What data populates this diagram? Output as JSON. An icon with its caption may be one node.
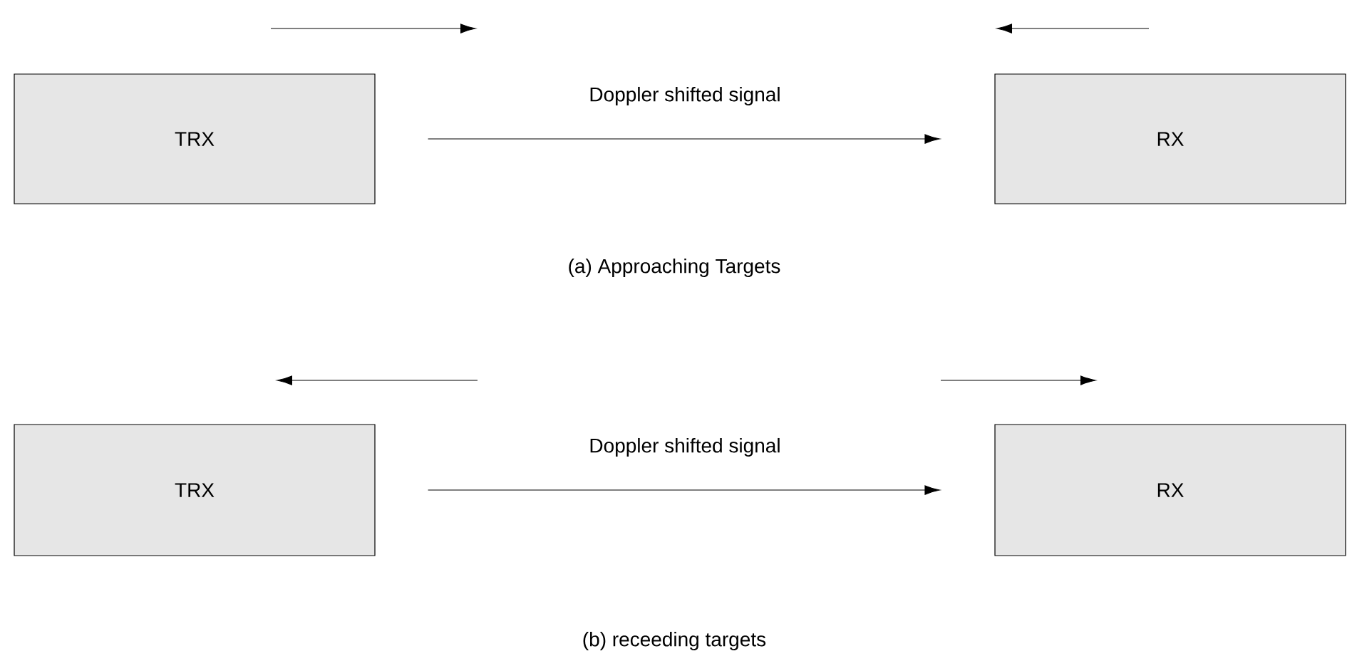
{
  "diagram": {
    "nodes": [
      {
        "text": [
          "TRX"
        ]
      },
      {
        "text": [
          "RX"
        ]
      },
      {
        "text": [
          "TRX"
        ]
      },
      {
        "text": [
          "RX"
        ]
      }
    ],
    "edges": [
      {
        "from": 0,
        "to": 1,
        "arrow": "to",
        "label": "Doppler shifted signal"
      },
      {
        "from": 2,
        "to": 3,
        "arrow": "to",
        "label": "Doppler shifted signal"
      }
    ],
    "labels": [
      "(a) Approaching Targets",
      "(b) receeding targets"
    ]
  }
}
